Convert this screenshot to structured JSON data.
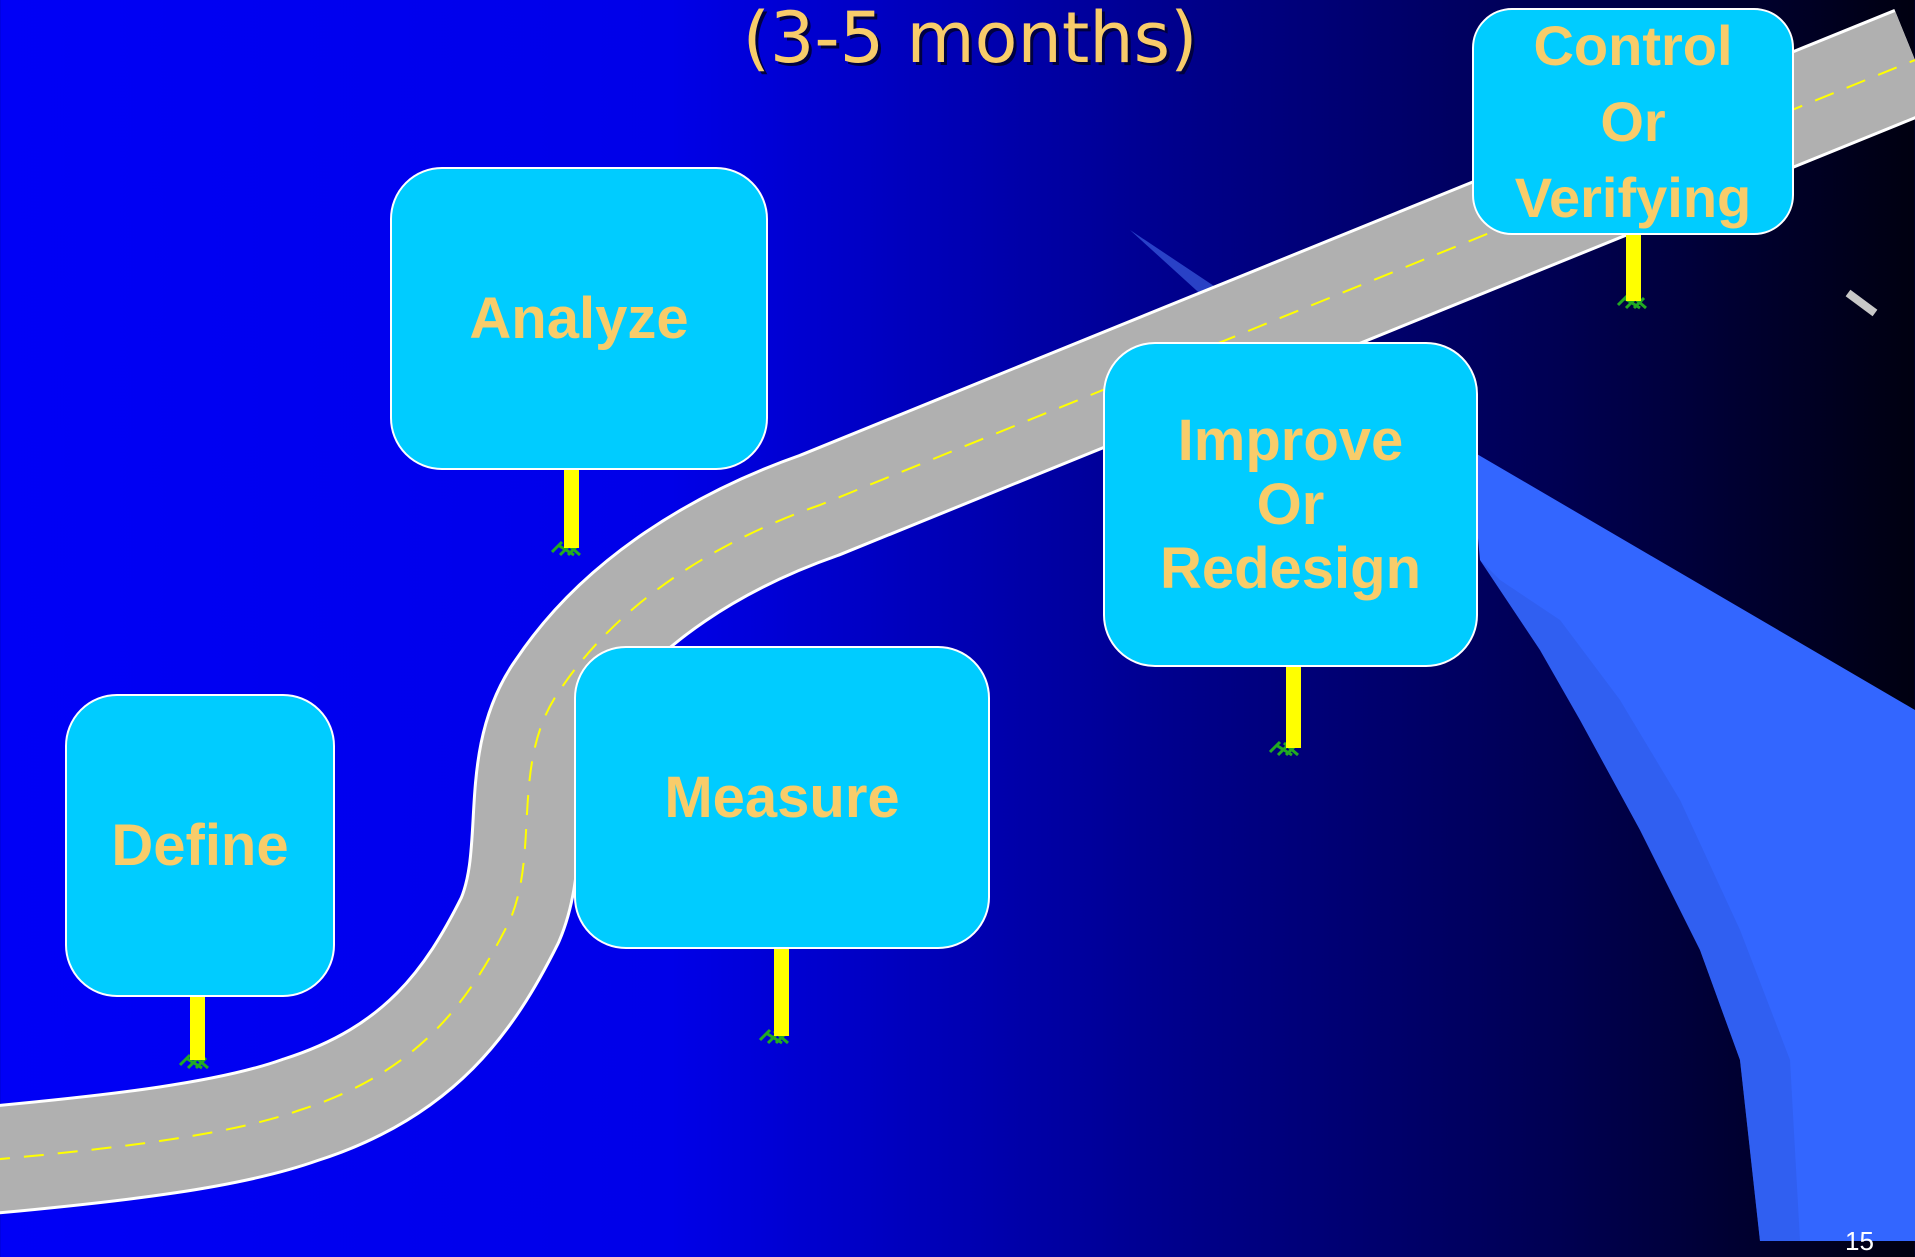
{
  "title": "(3-5 months)",
  "steps": [
    {
      "label": "Define"
    },
    {
      "label": "Measure"
    },
    {
      "label": "Analyze"
    },
    {
      "label": "Improve\nOr\nRedesign"
    },
    {
      "label": "Control\nOr\nVerifying"
    }
  ],
  "page_number": "15",
  "colors": {
    "sign_fill": "#00ccff",
    "sign_text": "#f8cc6a",
    "road": "#b0b0b0",
    "road_center_line": "#ffff00",
    "sign_post": "#ffff00",
    "grass": "#22aa22",
    "beam": "#3366ff"
  }
}
